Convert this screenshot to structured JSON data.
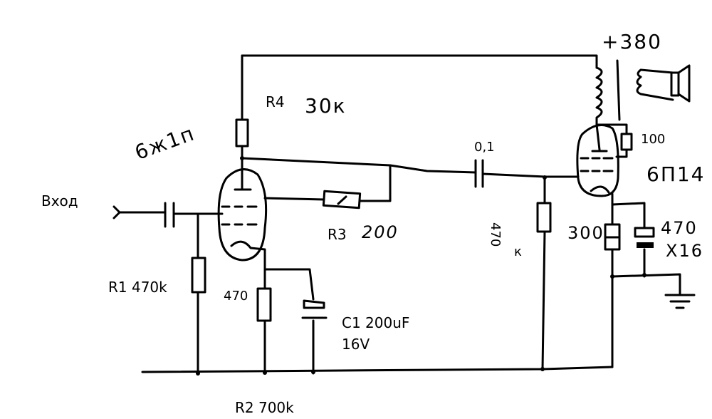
{
  "labels": {
    "input": "Вход",
    "r4": "R4",
    "r4_value": "30к",
    "tube1": "6ж1п",
    "cap_coupling": "0,1",
    "supply": "+380",
    "r_screen": "100",
    "tube2": "6П14",
    "r_grid2_value": "470",
    "r_grid2_unit": "к",
    "r_cathode2": "300",
    "c_cathode2_value": "470",
    "c_cathode2_voltage": "X16",
    "r3": "R3",
    "r3_value": "200",
    "r1": "R1 470k",
    "r_cathode1": "470",
    "c1": "C1 200uF",
    "c1_voltage": "16V",
    "r2": "R2 700k"
  }
}
